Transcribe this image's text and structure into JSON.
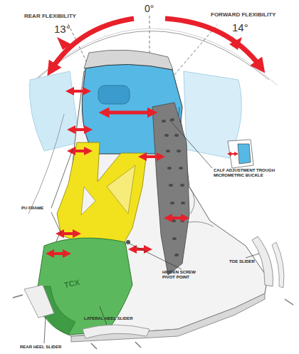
{
  "diagram": {
    "labels": [
      "0°",
      "REAR FLEXIBILITY",
      "13°",
      "FORWARD FLEXIBILITY",
      "14°",
      "CALF ADJUSTMENT TROUGH MICROMETRIC BUCKLE",
      "PU FRAME",
      "HIDDEN SCREW PIVOT POINT",
      "TOE SLIDER",
      "TCX",
      "REAR HEEL SLIDER",
      "LATERAL HEEL SLIDER"
    ]
  }
}
